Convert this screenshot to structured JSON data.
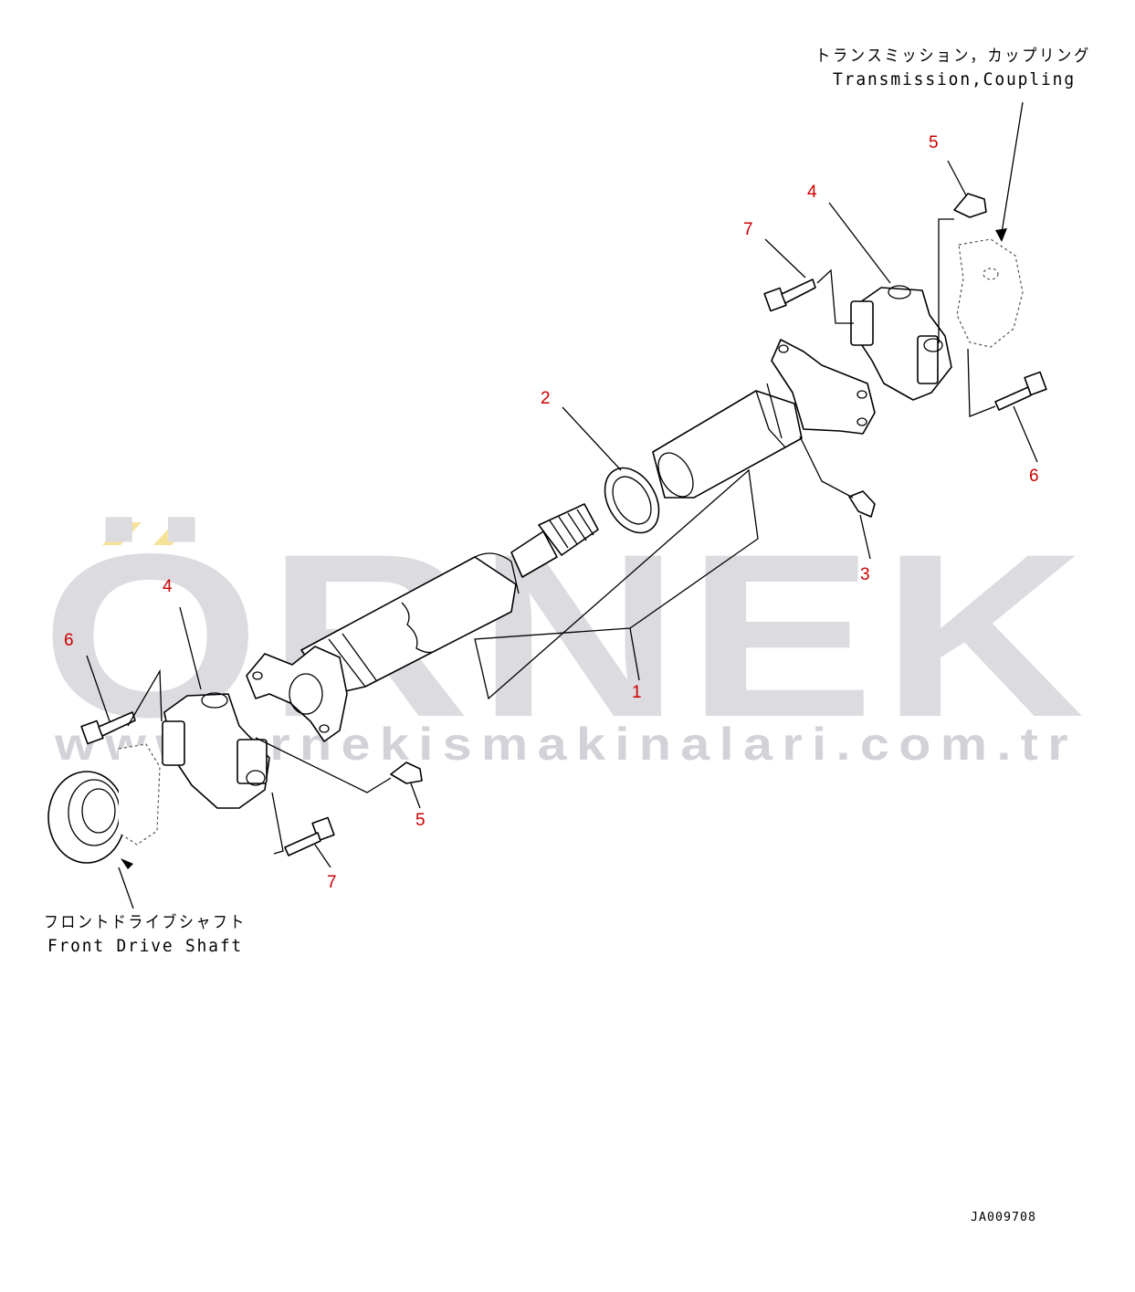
{
  "watermark": {
    "brand": "ÖRNEK",
    "url": "www.ornekismakinalari.com.tr",
    "accent_color": "#f7e29a"
  },
  "labels": {
    "transmission_jp": "トランスミッション，カップリング",
    "transmission_en": "Transmission,Coupling",
    "front_drive_jp": "フロントドライブシャフト",
    "front_drive_en": "Front Drive Shaft",
    "diagram_code": "JA009708"
  },
  "callouts": [
    {
      "id": "c1",
      "number": "1"
    },
    {
      "id": "c2",
      "number": "2"
    },
    {
      "id": "c3",
      "number": "3"
    },
    {
      "id": "c4a",
      "number": "4"
    },
    {
      "id": "c4b",
      "number": "4"
    },
    {
      "id": "c5a",
      "number": "5"
    },
    {
      "id": "c5b",
      "number": "5"
    },
    {
      "id": "c6a",
      "number": "6"
    },
    {
      "id": "c6b",
      "number": "6"
    },
    {
      "id": "c7a",
      "number": "7"
    },
    {
      "id": "c7b",
      "number": "7"
    }
  ],
  "colors": {
    "callout": "#cc0000",
    "line": "#000000",
    "watermark": "#dcdbe0"
  }
}
